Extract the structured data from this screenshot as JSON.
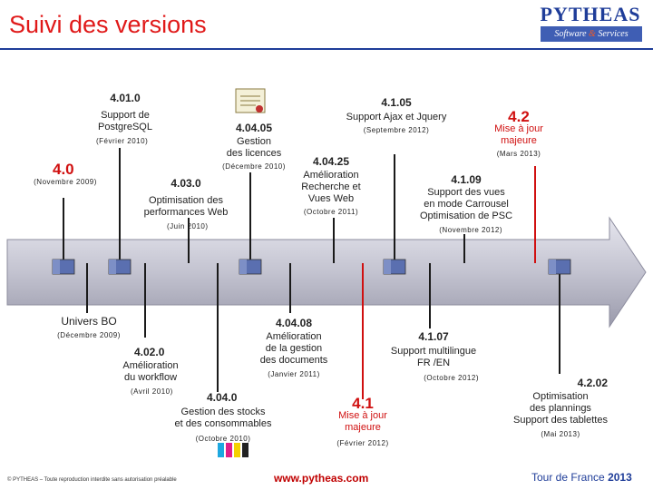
{
  "title": "Suivi des versions",
  "logo": {
    "name": "PYTHEAS",
    "sub_left": "Software",
    "sub_amp": "&",
    "sub_right": "Services"
  },
  "colors": {
    "title": "#e01919",
    "arrow": "#c9c9d6",
    "line_dark": "#1a1a1a",
    "line_red": "#d01010",
    "brand": "#1f3d99"
  },
  "milestones": [
    {
      "id": "4.01.0",
      "version": "4.01.0",
      "lines": [
        "Support de",
        "PostgreSQL"
      ],
      "date": "(Février 2010)"
    },
    {
      "id": "4.1.05",
      "version": "4.1.05",
      "lines": [
        "Support Ajax et Jquery"
      ],
      "date": "(Septembre 2012)"
    },
    {
      "id": "4.2",
      "version": "4.2",
      "lines": [
        "Mise à jour",
        "majeure"
      ],
      "date": "(Mars 2013)"
    },
    {
      "id": "4.04.05",
      "version": "4.04.05",
      "lines": [
        "Gestion",
        "des licences"
      ],
      "date": "(Décembre 2010)"
    },
    {
      "id": "4.0",
      "version": "4.0",
      "lines": [],
      "date": "(Novembre 2009)"
    },
    {
      "id": "4.03.0",
      "version": "4.03.0",
      "lines": [
        "Optimisation des",
        "performances Web"
      ],
      "date": "(Juin 2010)"
    },
    {
      "id": "4.04.25",
      "version": "4.04.25",
      "lines": [
        "Amélioration",
        "Recherche et",
        "Vues Web"
      ],
      "date": "(Octobre 2011)"
    },
    {
      "id": "4.1.09",
      "version": "4.1.09",
      "lines": [
        "Support des vues",
        "en mode Carrousel",
        "Optimisation de PSC"
      ],
      "date": "(Novembre 2012)"
    },
    {
      "id": "universbo",
      "version": "Univers BO",
      "lines": [],
      "date": "(Décembre 2009)"
    },
    {
      "id": "4.04.08",
      "version": "4.04.08",
      "lines": [
        "Amélioration",
        "de la gestion",
        "des documents"
      ],
      "date": "(Janvier 2011)"
    },
    {
      "id": "4.1.07",
      "version": "4.1.07",
      "lines": [
        "Support multilingue",
        "FR /EN"
      ],
      "date": "(Octobre 2012)"
    },
    {
      "id": "4.02.0",
      "version": "4.02.0",
      "lines": [
        "Amélioration",
        "du workflow"
      ],
      "date": "(Avril 2010)"
    },
    {
      "id": "4.2.02",
      "version": "4.2.02",
      "lines": [
        "Optimisation",
        "des plannings",
        "Support des tablettes"
      ],
      "date": "(Mai 2013)"
    },
    {
      "id": "4.04.0",
      "version": "4.04.0",
      "lines": [
        "Gestion des stocks",
        "et des consommables"
      ],
      "date": "(Octobre 2010)"
    },
    {
      "id": "4.1",
      "version": "4.1",
      "lines": [
        "Mise à jour",
        "majeure"
      ],
      "date": "(Février 2012)"
    }
  ],
  "footer": {
    "copyright": "© PYTHEAS – Toute reproduction interdite sans autorisation préalable",
    "url": "www.pytheas.com",
    "tour": "Tour de France",
    "year": "2013"
  }
}
